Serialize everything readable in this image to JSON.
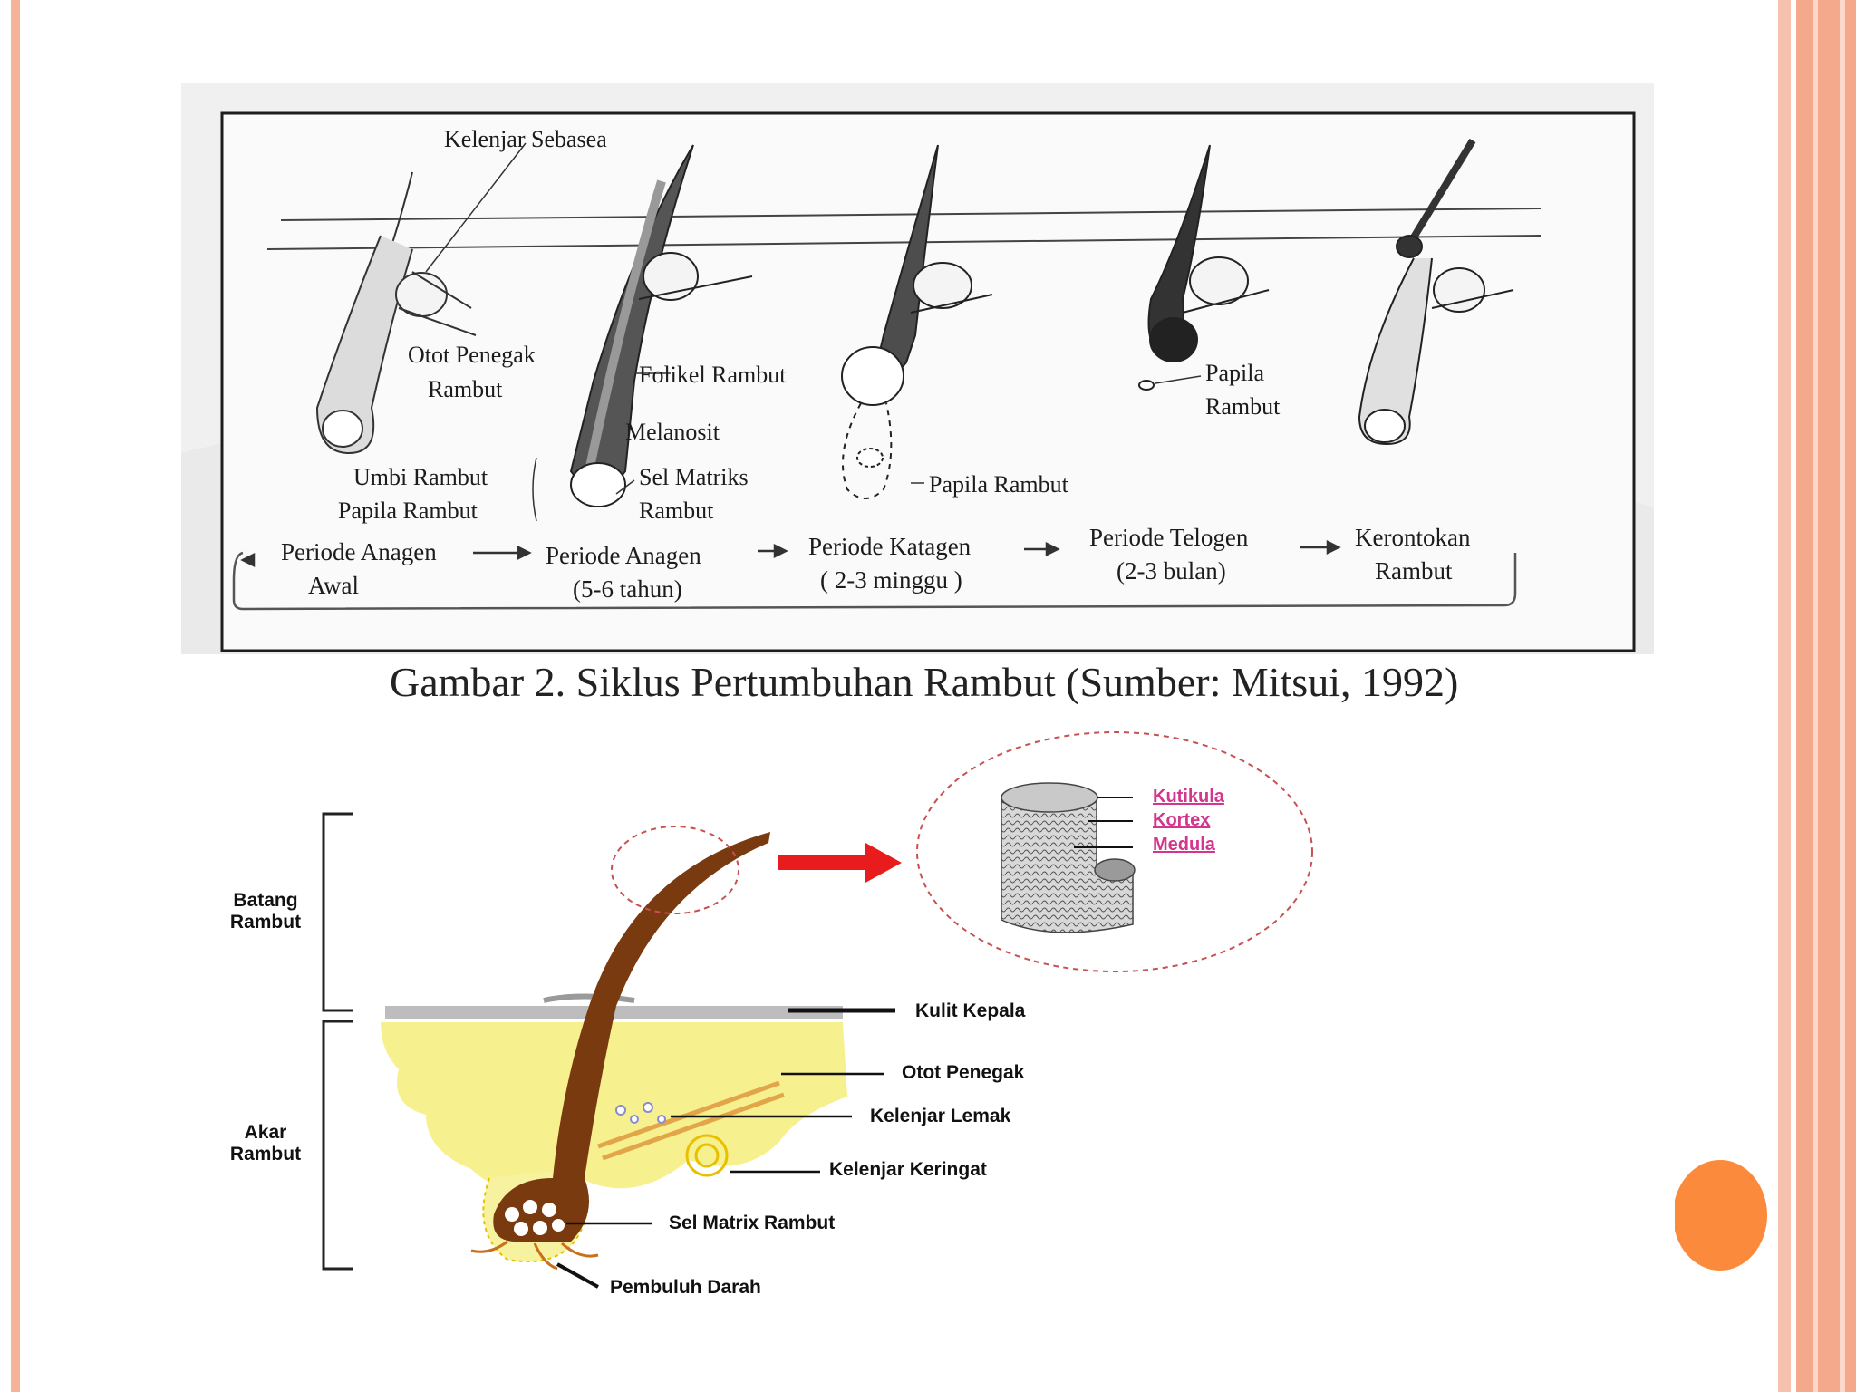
{
  "cycle_figure": {
    "labels": {
      "sebaceous": "Kelenjar Sebasea",
      "erector": "Otot Penegak\nRambut",
      "follicle": "Folikel Rambut",
      "melanocyte": "Melanosit",
      "bulb": "Umbi Rambut",
      "papilla_left": "Papila Rambut",
      "matrix": "Sel Matriks\nRambut",
      "papilla_mid": "Papila Rambut",
      "papilla_right": "Papila\nRambut"
    },
    "stages": [
      {
        "name": "Periode Anagen\nAwal"
      },
      {
        "name": "Periode Anagen\n(5-6 tahun)"
      },
      {
        "name": "Periode Katagen\n( 2-3 minggu )"
      },
      {
        "name": "Periode Telogen\n(2-3 bulan)"
      },
      {
        "name": "Kerontokan\nRambut"
      }
    ],
    "caption": "Gambar 2. Siklus Pertumbuhan Rambut (Sumber: Mitsui, 1992)"
  },
  "anatomy_figure": {
    "left_labels": {
      "shaft": "Batang\nRambut",
      "root": "Akar\nRambut"
    },
    "cross_section_labels": [
      "Kutikula",
      "Kortex",
      "Medula"
    ],
    "callouts": [
      "Kulit Kepala",
      "Otot Penegak",
      "Kelenjar Lemak",
      "Kelenjar Keringat",
      "Sel Matrix Rambut",
      "Pembuluh Darah"
    ]
  },
  "colors": {
    "frame": "#f5a98c",
    "accent_dot": "#fb8a3c",
    "hair": "#7a3a10",
    "fat": "#f4ee7a",
    "arrow": "#e81c1c",
    "link": "#d4358d"
  }
}
